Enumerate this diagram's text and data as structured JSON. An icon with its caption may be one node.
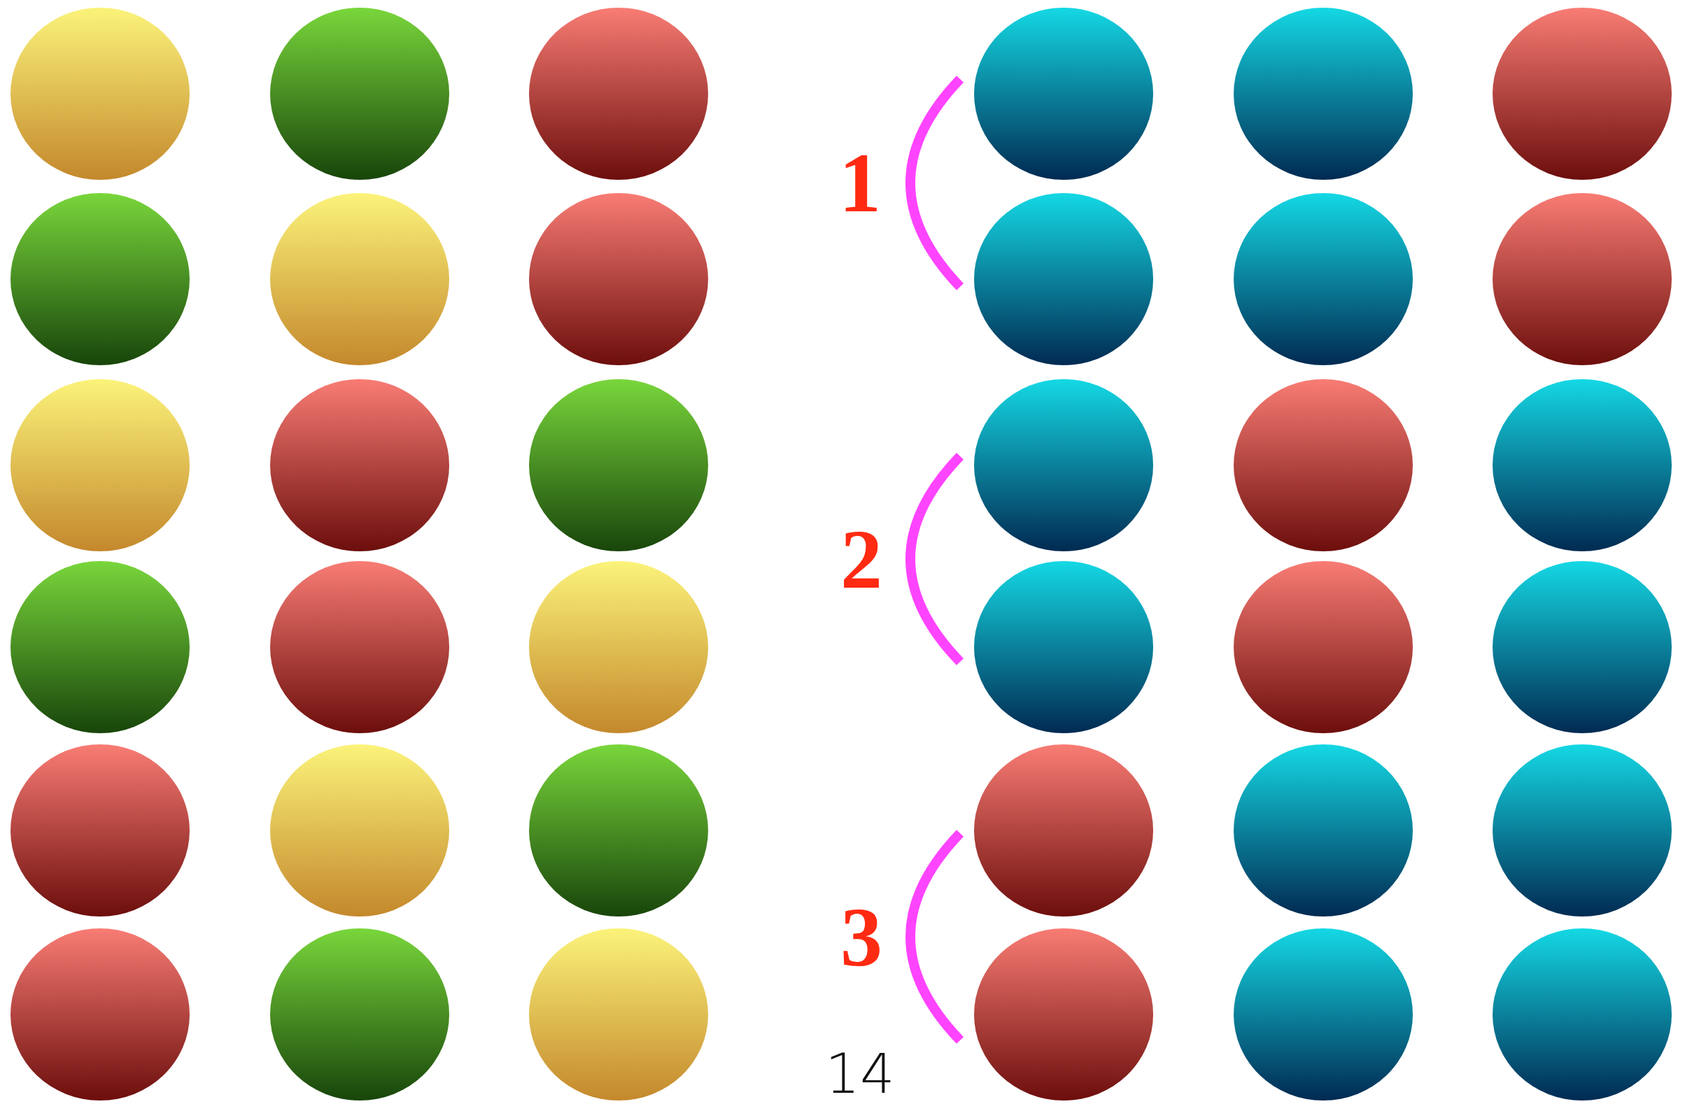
{
  "diagram": {
    "labels": [
      "1",
      "2",
      "3",
      "14"
    ]
  }
}
